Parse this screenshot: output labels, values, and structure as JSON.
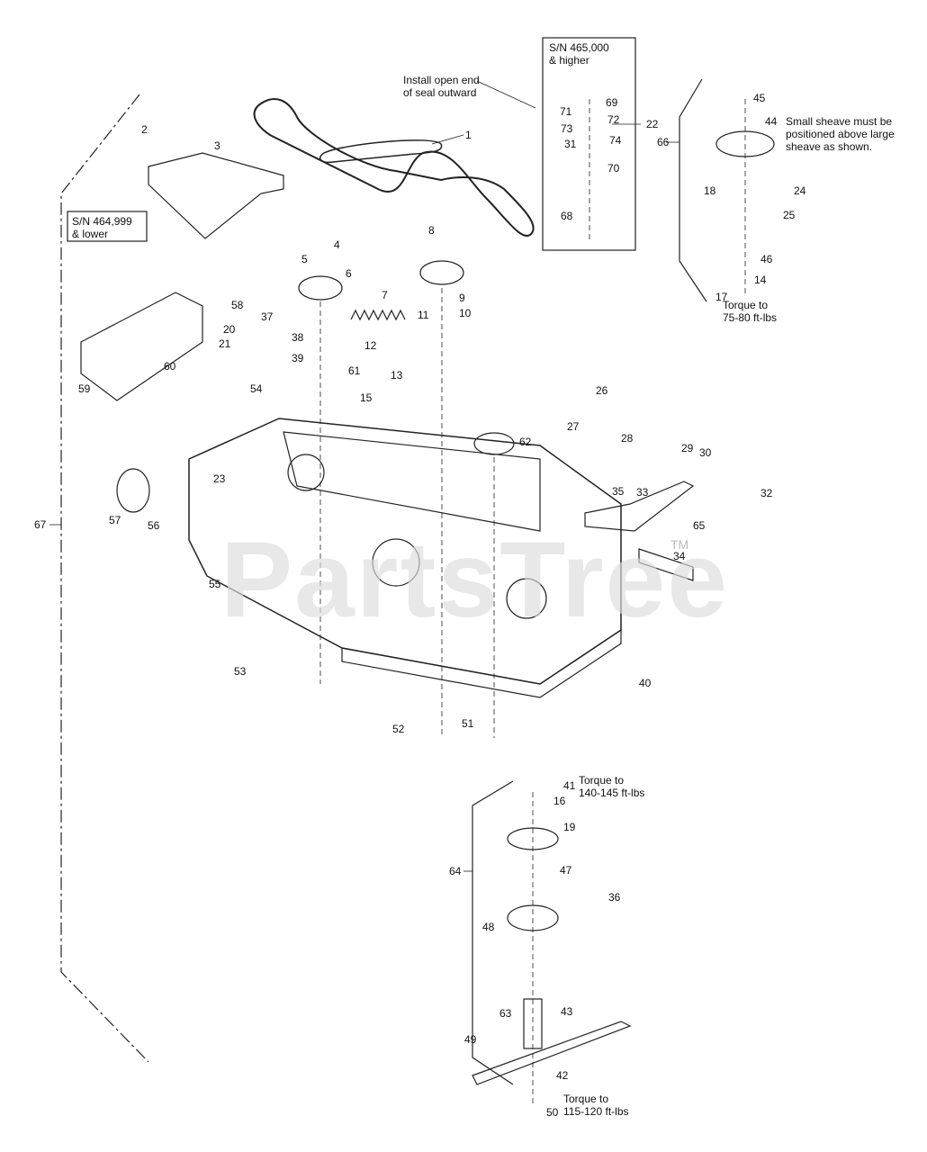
{
  "watermark": {
    "text": "PartsTree",
    "trademark": "TM"
  },
  "notes": {
    "sn_high": [
      "S/N 465,000",
      "& higher"
    ],
    "sn_low": [
      "S/N 464,999",
      "& lower"
    ],
    "seal": [
      "Install open end",
      "of seal outward"
    ],
    "sheave": [
      "Small sheave must be",
      "positioned above large",
      "sheave as shown."
    ],
    "torque_75": [
      "Torque to",
      "75-80 ft-lbs"
    ],
    "torque_140": [
      "Torque to",
      "140-145 ft-lbs"
    ],
    "torque_115": [
      "Torque to",
      "115-120 ft-lbs"
    ]
  },
  "callouts": [
    "1",
    "2",
    "3",
    "4",
    "5",
    "6",
    "7",
    "8",
    "9",
    "10",
    "11",
    "12",
    "13",
    "14",
    "15",
    "16",
    "17",
    "18",
    "19",
    "20",
    "21",
    "22",
    "23",
    "24",
    "25",
    "26",
    "27",
    "28",
    "29",
    "30",
    "31",
    "32",
    "33",
    "34",
    "35",
    "36",
    "37",
    "38",
    "39",
    "40",
    "41",
    "42",
    "43",
    "44",
    "45",
    "46",
    "47",
    "48",
    "49",
    "50",
    "51",
    "52",
    "53",
    "54",
    "55",
    "56",
    "57",
    "58",
    "59",
    "60",
    "61",
    "62",
    "63",
    "64",
    "65",
    "66",
    "67",
    "68",
    "69",
    "70",
    "71",
    "72",
    "73",
    "74"
  ]
}
